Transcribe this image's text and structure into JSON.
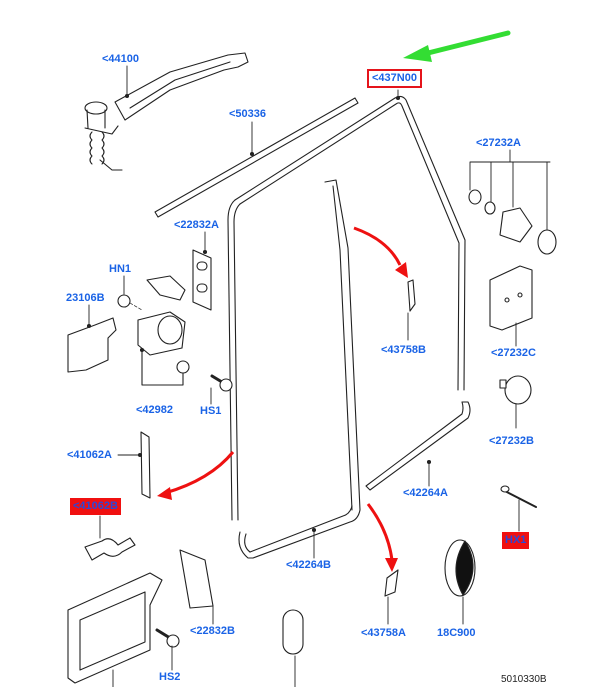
{
  "diagram": {
    "title": "Door hinge, check strap and weatherstrip parts",
    "document_id": "5010330B",
    "colors": {
      "label": "#1a63e6",
      "highlight_box": "#e5141b",
      "highlight_fill": "#f01010",
      "pointer_arrow": "#33dd33",
      "callout_arrow": "#ee1111"
    },
    "labels": {
      "p44100": "<44100",
      "p50336": "<50336",
      "p437N00": "<437N00",
      "p27232A": "<27232A",
      "p22832A": "<22832A",
      "HN1": "HN1",
      "p23106B": "23106B",
      "p43758B": "<43758B",
      "p27232C": "<27232C",
      "p42982": "<42982",
      "HS1": "HS1",
      "p27232B": "<27232B",
      "p41062A": "<41062A",
      "p42264A": "<42264A",
      "p41062B": "<41062B",
      "HX1": "HX1",
      "p42264B": "<42264B",
      "p22832B": "<22832B",
      "p43758A": "<43758A",
      "p18C900": "18C900",
      "HS2": "HS2"
    },
    "highlighted": {
      "boxed": [
        "<437N00"
      ],
      "filled": [
        "<41062B",
        "HX1"
      ],
      "green_arrow_target": "<437N00"
    }
  }
}
